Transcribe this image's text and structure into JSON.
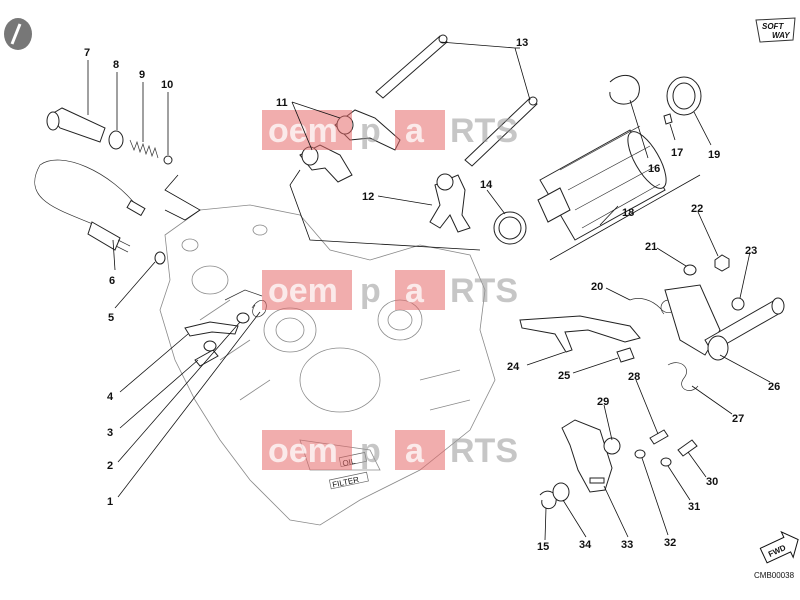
{
  "brand": {
    "logo_line1": "SOFT",
    "logo_line2": "WAY"
  },
  "drawing_number": "CMB00038",
  "watermark": {
    "part1": "oem",
    "part2": "p",
    "part3": "a",
    "part4": "RTS"
  },
  "case_labels": {
    "oil": "OIL",
    "filter": "FILTER"
  },
  "fwd_label": "FWD",
  "callouts": [
    "1",
    "2",
    "3",
    "4",
    "5",
    "6",
    "7",
    "8",
    "9",
    "10",
    "11",
    "12",
    "13",
    "14",
    "15",
    "16",
    "17",
    "18",
    "19",
    "20",
    "21",
    "22",
    "23",
    "24",
    "25",
    "26",
    "27",
    "28",
    "29",
    "30",
    "31",
    "32",
    "33",
    "34"
  ]
}
